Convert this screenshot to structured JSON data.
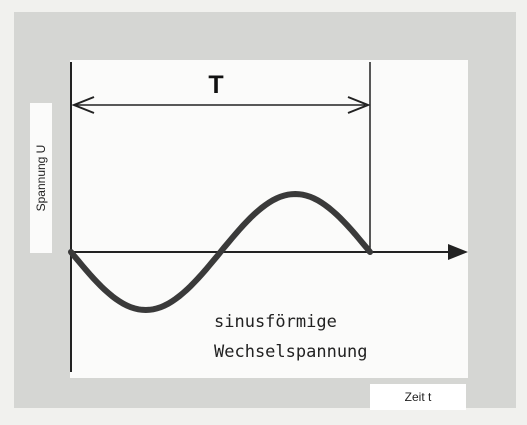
{
  "diagram": {
    "period_label": "T",
    "y_axis_label": "Spannung U",
    "x_axis_label": "Zeit t",
    "caption_line1": "sinusförmige",
    "caption_line2": "Wechselspannung",
    "colors": {
      "frame": "#d5d6d3",
      "plot_background": "#fbfbfa",
      "curve": "#3a3a3a",
      "lines": "#222222"
    }
  }
}
